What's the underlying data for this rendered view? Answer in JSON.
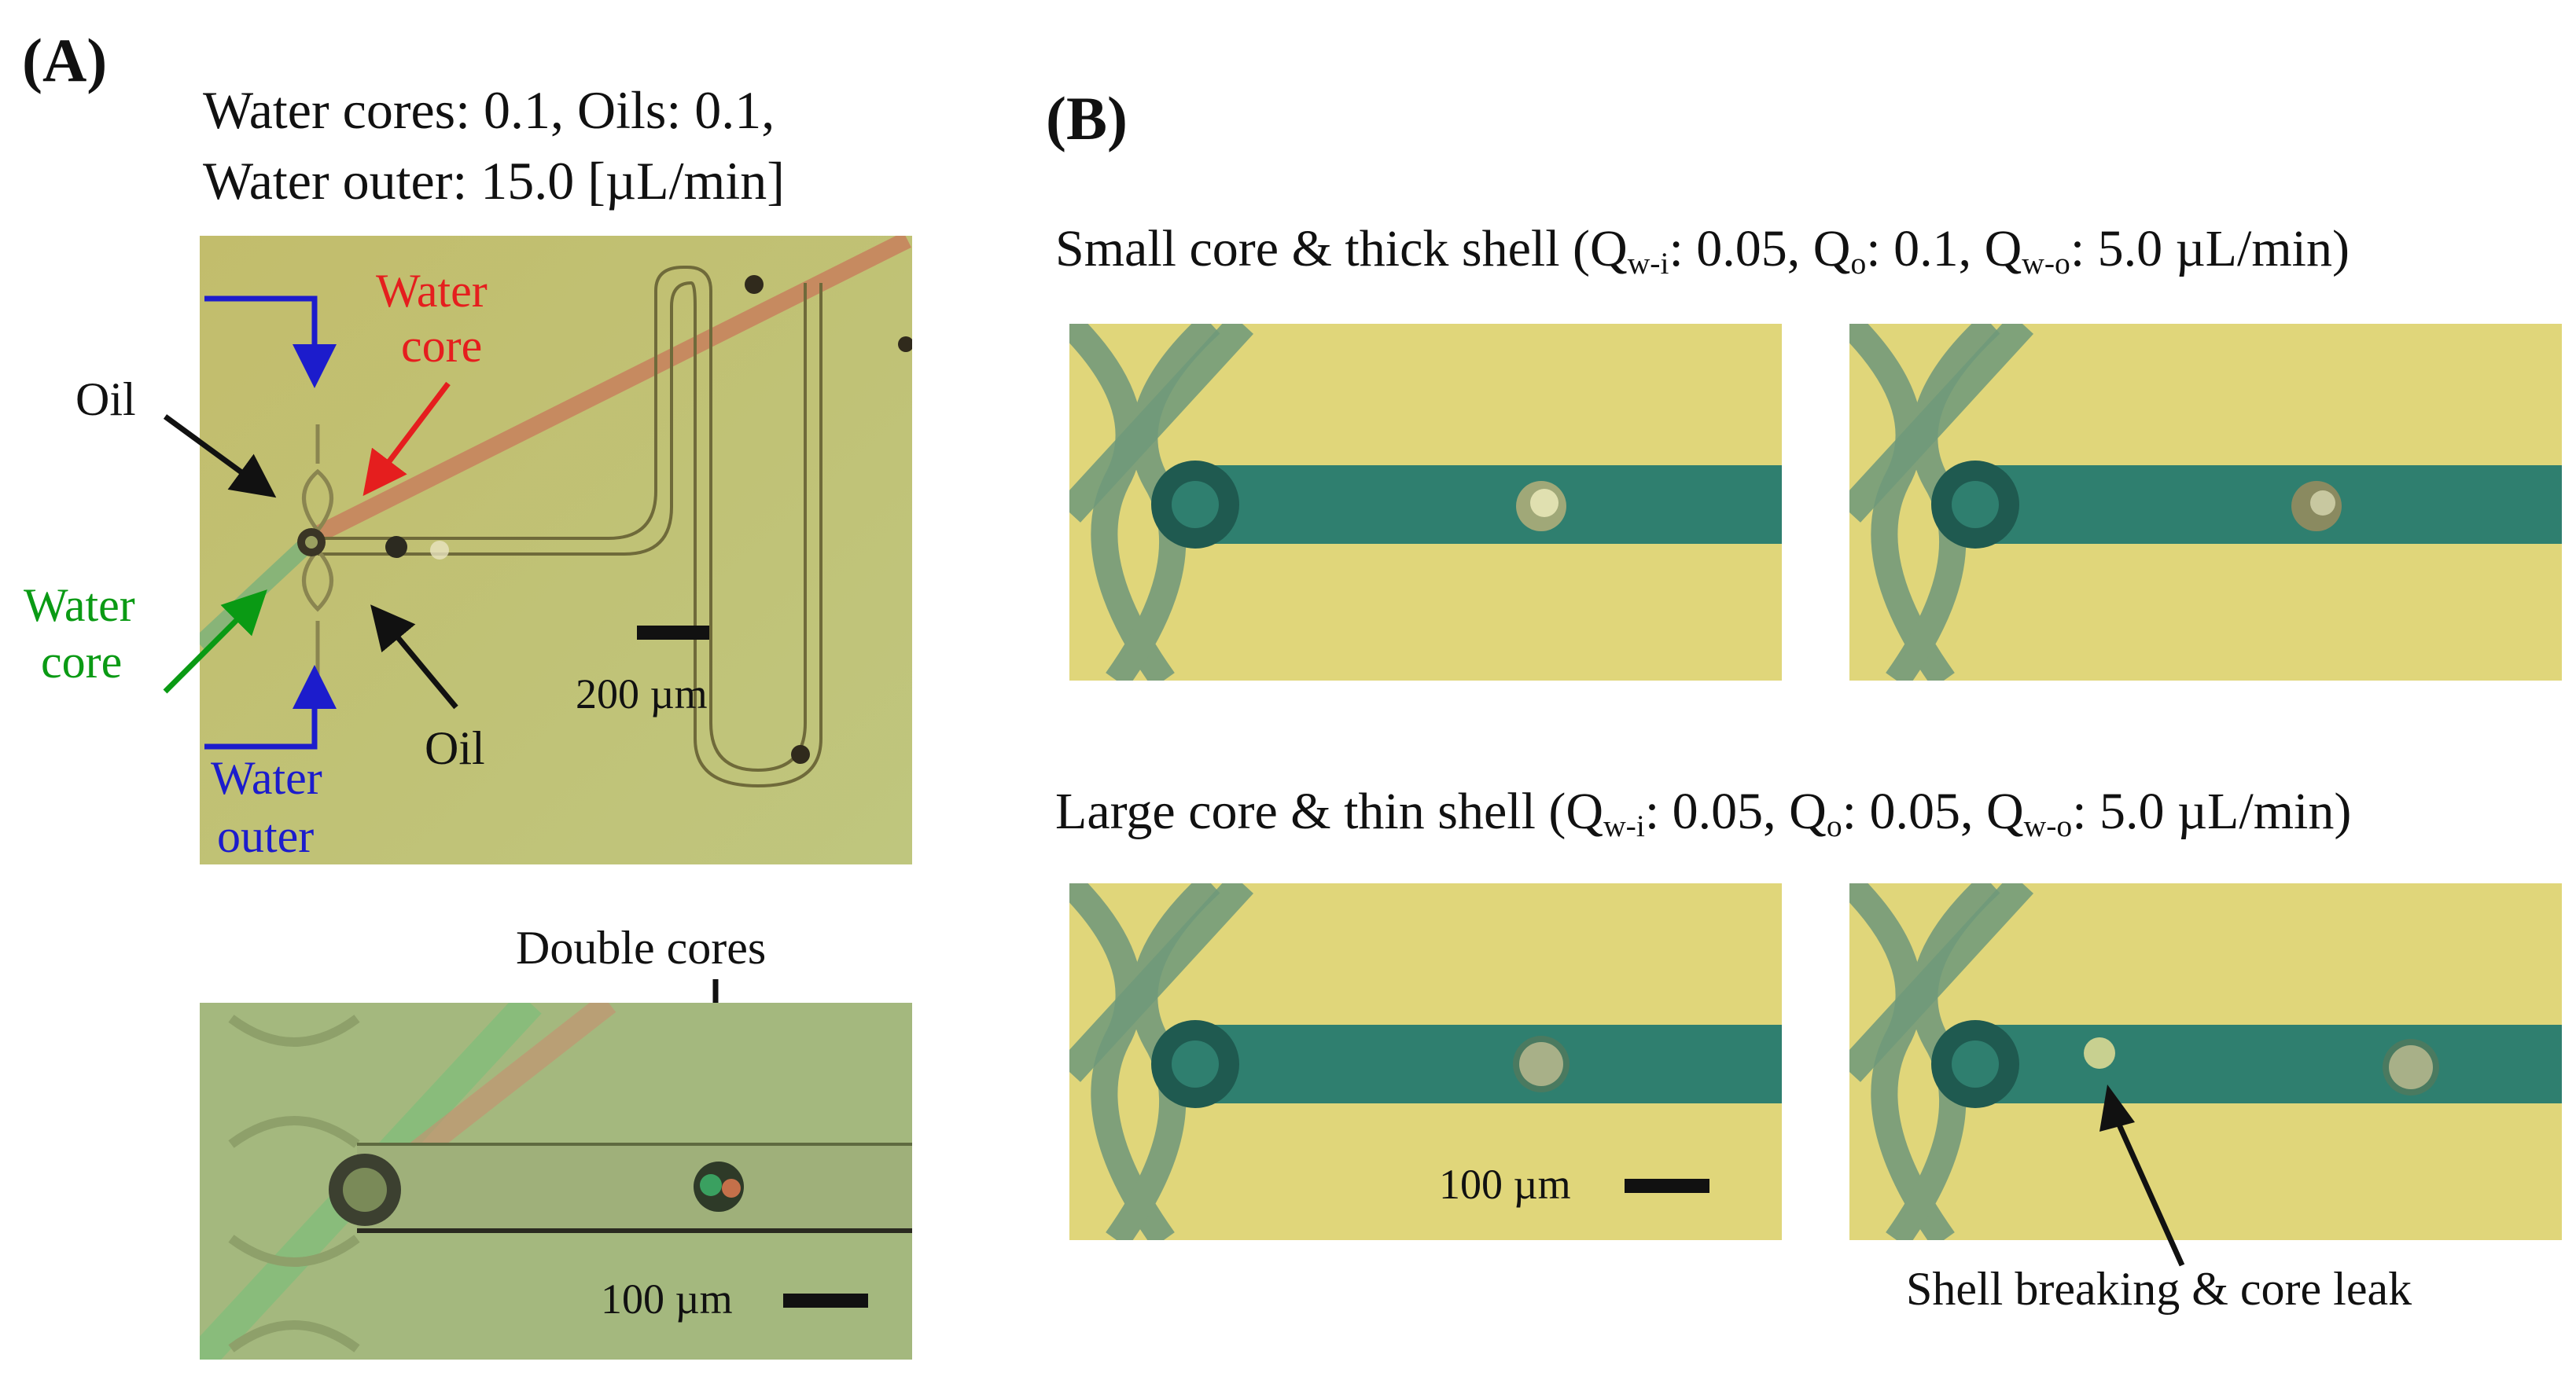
{
  "panel_a": {
    "label": "(A)",
    "condition_line1": "Water cores: 0.1, Oils: 0.1,",
    "condition_line2": "Water outer: 15.0 [µL/min]",
    "annotations": {
      "water_core_red_line1": "Water",
      "water_core_red_line2": "core",
      "oil_top": "Oil",
      "water_core_green_line1": "Water",
      "water_core_green_line2": "core",
      "oil_bottom": "Oil",
      "water_outer_line1": "Water",
      "water_outer_line2": "outer",
      "scale_top": "200 µm",
      "double_cores": "Double cores",
      "scale_bottom": "100 µm"
    }
  },
  "panel_b": {
    "label": "(B)",
    "row1": {
      "prefix": "Small core & thick shell (Q",
      "sub1": "w-i",
      "mid1": ": 0.05, Q",
      "sub2": "o",
      "mid2": ": 0.1, Q",
      "sub3": "w-o",
      "suffix": ": 5.0 µL/min)"
    },
    "row2": {
      "prefix": "Large core & thin shell (Q",
      "sub1": "w-i",
      "mid1": ": 0.05, Q",
      "sub2": "o",
      "mid2": ": 0.05, Q",
      "sub3": "w-o",
      "suffix": ": 5.0 µL/min)"
    },
    "scale": "100 µm",
    "shell_breaking": "Shell breaking & core leak"
  },
  "colors": {
    "micrograph_bg_a": "#c8c070",
    "micrograph_bg_a2": "#a8b880",
    "micrograph_bg_b": "#e2d878",
    "channel_green": "#2f7f6f",
    "annotation_red": "#e51e1e",
    "annotation_green": "#0a9a14",
    "annotation_blue": "#1c1ccc"
  }
}
